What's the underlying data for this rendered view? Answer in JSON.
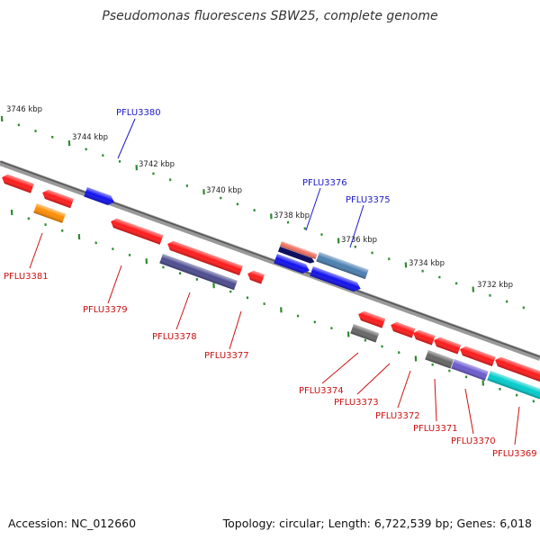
{
  "title": "Pseudomonas fluorescens SBW25, complete genome",
  "footer": {
    "accession": "Accession: NC_012660",
    "topology": "Topology: circular; Length: 6,722,539 bp; Genes: 6,018"
  },
  "colors": {
    "backbone": "#777777",
    "ticks": "#2e8b2e",
    "forward_label": "#1a1acc",
    "reverse_label": "#cc1111",
    "red_gene": "#ff1a1a",
    "blue_gene": "#1010ee",
    "orange_gene": "#ff8c00",
    "purple_gene": "#4b4b8f",
    "steelblue_gene": "#4a7fb0",
    "salmon_gene": "#f07060",
    "navy_gene": "#101060",
    "gray_gene": "#666666",
    "slateblue_gene": "#6a5acd",
    "cyan_gene": "#00cccc"
  },
  "kbp_labels": [
    "3746 kbp",
    "3744 kbp",
    "3742 kbp",
    "3740 kbp",
    "3738 kbp",
    "3736 kbp",
    "3734 kbp",
    "3732 kbp"
  ],
  "gene_labels": {
    "forward": [
      "PFLU3380",
      "PFLU3376",
      "PFLU3375"
    ],
    "reverse": [
      "PFLU3381",
      "PFLU3379",
      "PFLU3378",
      "PFLU3377",
      "PFLU3374",
      "PFLU3373",
      "PFLU3372",
      "PFLU3371",
      "PFLU3370",
      "PFLU3369"
    ]
  }
}
